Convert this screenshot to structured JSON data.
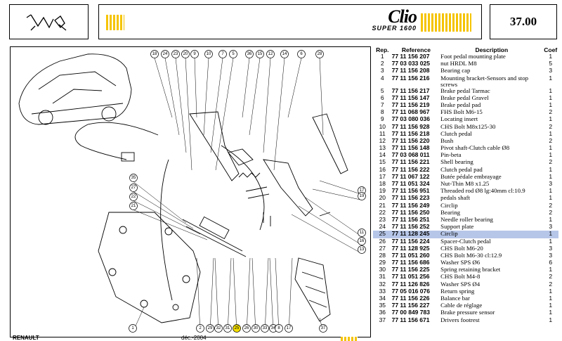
{
  "header": {
    "brand_name": "Clio",
    "brand_subtitle": "SUPER 1600",
    "page_number": "37.00"
  },
  "colors": {
    "accent_yellow": "#f5c400",
    "highlight_row": "#b6c6e8"
  },
  "table": {
    "columns": [
      "Rep.",
      "Reference",
      "Description",
      "Coef"
    ],
    "highlighted_rep": "25",
    "rows": [
      {
        "rep": "1",
        "ref": "77 11 156 207",
        "desc": "Foot pedal mounting plate",
        "coef": "1"
      },
      {
        "rep": "2",
        "ref": "77 03 033 025",
        "desc": "nut HRDL M8",
        "coef": "5"
      },
      {
        "rep": "3",
        "ref": "77 11 156 208",
        "desc": "Bearing cap",
        "coef": "3"
      },
      {
        "rep": "4",
        "ref": "77 11 156 216",
        "desc": "Mounting bracket-Sensors and stop screws",
        "coef": "1"
      },
      {
        "rep": "5",
        "ref": "77 11 156 217",
        "desc": "Brake pedal Tarmac",
        "coef": "1"
      },
      {
        "rep": "6",
        "ref": "77 11 156 147",
        "desc": "Brake pedal Gravel",
        "coef": "1"
      },
      {
        "rep": "7",
        "ref": "77 11 156 219",
        "desc": "Brake pedal pad",
        "coef": "1"
      },
      {
        "rep": "8",
        "ref": "77 11 068 967",
        "desc": "FHS Bolt M6-15",
        "coef": "2"
      },
      {
        "rep": "9",
        "ref": "77 03 080 036",
        "desc": "Locating insert",
        "coef": "1"
      },
      {
        "rep": "10",
        "ref": "77 11 156 928",
        "desc": "CHS Bolt M8x125-30",
        "coef": "2"
      },
      {
        "rep": "11",
        "ref": "77 11 156 218",
        "desc": "Clutch pedal",
        "coef": "1"
      },
      {
        "rep": "12",
        "ref": "77 11 156 220",
        "desc": "Bush",
        "coef": "2"
      },
      {
        "rep": "13",
        "ref": "77 11 156 148",
        "desc": "Pivot shaft-Clutch cable Ø8",
        "coef": "1"
      },
      {
        "rep": "14",
        "ref": "77 03 068 011",
        "desc": "Pin-beta",
        "coef": "1"
      },
      {
        "rep": "15",
        "ref": "77 11 156 221",
        "desc": "Shell bearing",
        "coef": "2"
      },
      {
        "rep": "16",
        "ref": "77 11 156 222",
        "desc": "Clutch pedal pad",
        "coef": "1"
      },
      {
        "rep": "17",
        "ref": "77 11 067 122",
        "desc": "Butée pédale embrayage",
        "coef": "1"
      },
      {
        "rep": "18",
        "ref": "77 11 051 324",
        "desc": "Nut-Thin M8 x1.25",
        "coef": "3"
      },
      {
        "rep": "19",
        "ref": "77 11 156 951",
        "desc": "Threaded rod Ø8 lg:40mm cl:10.9",
        "coef": "1"
      },
      {
        "rep": "20",
        "ref": "77 11 156 223",
        "desc": "pedals shaft",
        "coef": "1"
      },
      {
        "rep": "21",
        "ref": "77 11 156 249",
        "desc": "Circlip",
        "coef": "2"
      },
      {
        "rep": "22",
        "ref": "77 11 156 250",
        "desc": "Bearing",
        "coef": "2"
      },
      {
        "rep": "23",
        "ref": "77 11 156 251",
        "desc": "Needle roller bearing",
        "coef": "1"
      },
      {
        "rep": "24",
        "ref": "77 11 156 252",
        "desc": "Support plate",
        "coef": "3"
      },
      {
        "rep": "25",
        "ref": "77 11 128 245",
        "desc": "Circlip",
        "coef": "1"
      },
      {
        "rep": "26",
        "ref": "77 11 156 224",
        "desc": "Spacer-Clutch pedal",
        "coef": "1"
      },
      {
        "rep": "27",
        "ref": "77 11 128 925",
        "desc": "CHS Bolt M6-20",
        "coef": "3"
      },
      {
        "rep": "28",
        "ref": "77 11 051 260",
        "desc": "CHS Bolt M6-30 cl:12.9",
        "coef": "3"
      },
      {
        "rep": "29",
        "ref": "77 11 156 686",
        "desc": "Washer SPS Ø6",
        "coef": "6"
      },
      {
        "rep": "30",
        "ref": "77 11 156 225",
        "desc": "Spring retaining bracket",
        "coef": "1"
      },
      {
        "rep": "31",
        "ref": "77 11 051 256",
        "desc": "CHS Bolt M4-8",
        "coef": "2"
      },
      {
        "rep": "32",
        "ref": "77 11 126 826",
        "desc": "Washer SPS Ø4",
        "coef": "2"
      },
      {
        "rep": "33",
        "ref": "77 05 016 076",
        "desc": "Return spring",
        "coef": "1"
      },
      {
        "rep": "34",
        "ref": "77 11 156 226",
        "desc": "Balance bar",
        "coef": "1"
      },
      {
        "rep": "35",
        "ref": "77 11 156 227",
        "desc": "Cable de réglage",
        "coef": "1"
      },
      {
        "rep": "36",
        "ref": "77 00 849 783",
        "desc": "Brake pressure sensor",
        "coef": "1"
      },
      {
        "rep": "37",
        "ref": "77 11 156 671",
        "desc": "Drivers footrest",
        "coef": "1"
      }
    ]
  },
  "diagram": {
    "top_callouts": [
      "18",
      "24",
      "23",
      "20",
      "9",
      "10",
      "7",
      "5",
      "36",
      "15",
      "12",
      "14",
      "6",
      "28"
    ],
    "bottom_callouts": [
      "2",
      "29",
      "32",
      "31",
      "25",
      "26",
      "30",
      "33",
      "34",
      "17",
      "8"
    ],
    "left_callouts": [
      "35",
      "27",
      "22",
      "21"
    ],
    "right_callouts": [
      "17",
      "19",
      "11",
      "16",
      "13"
    ],
    "mid_callouts": [
      "37",
      "1"
    ],
    "highlighted_callout": "25"
  },
  "footer": {
    "brand": "RENAULT",
    "date": "déc.-2004"
  }
}
